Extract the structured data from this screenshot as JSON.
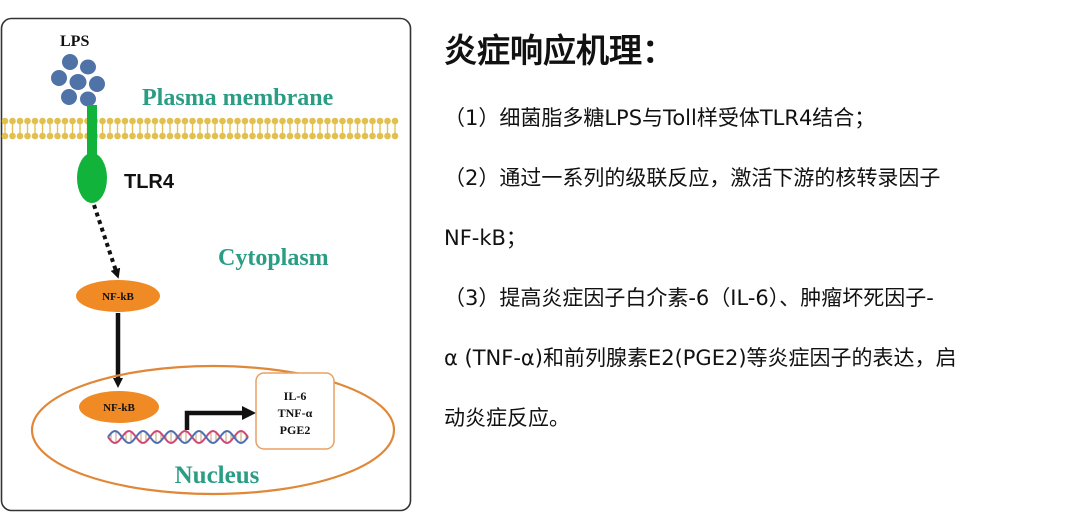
{
  "diagram": {
    "labels": {
      "lps": "LPS",
      "plasma_membrane": "Plasma membrane",
      "tlr4": "TLR4",
      "cytoplasm": "Cytoplasm",
      "nfkb_cytoplasm": "NF-kB",
      "nfkb_nucleus": "NF-kB",
      "nucleus": "Nucleus",
      "cytokines": [
        "IL-6",
        "TNF-α",
        "PGE2"
      ]
    },
    "colors": {
      "frame": "#333333",
      "lps_dots": "#4f73a6",
      "membrane": "#e2c050",
      "tlr4_receptor": "#12b33a",
      "label_teal": "#2a9d84",
      "nfkb_fill": "#f08a25",
      "nucleus_outline": "#e08838",
      "cytokine_box": "#e8a060",
      "dna_strand_1": "#d04878",
      "dna_strand_2": "#4e6fb4"
    }
  },
  "text": {
    "heading": "炎症响应机理：",
    "p1": "（1）细菌脂多糖LPS与Toll样受体TLR4结合；",
    "p2_line1": "（2）通过一系列的级联反应，激活下游的核转录因子",
    "p2_line2": "NF-kB；",
    "p3_line1": "（3）提高炎症因子白介素-6（IL-6）、肿瘤坏死因子-",
    "p3_line2": "α (TNF-α)和前列腺素E2(PGE2)等炎症因子的表达，启",
    "p3_line3": "动炎症反应。"
  }
}
